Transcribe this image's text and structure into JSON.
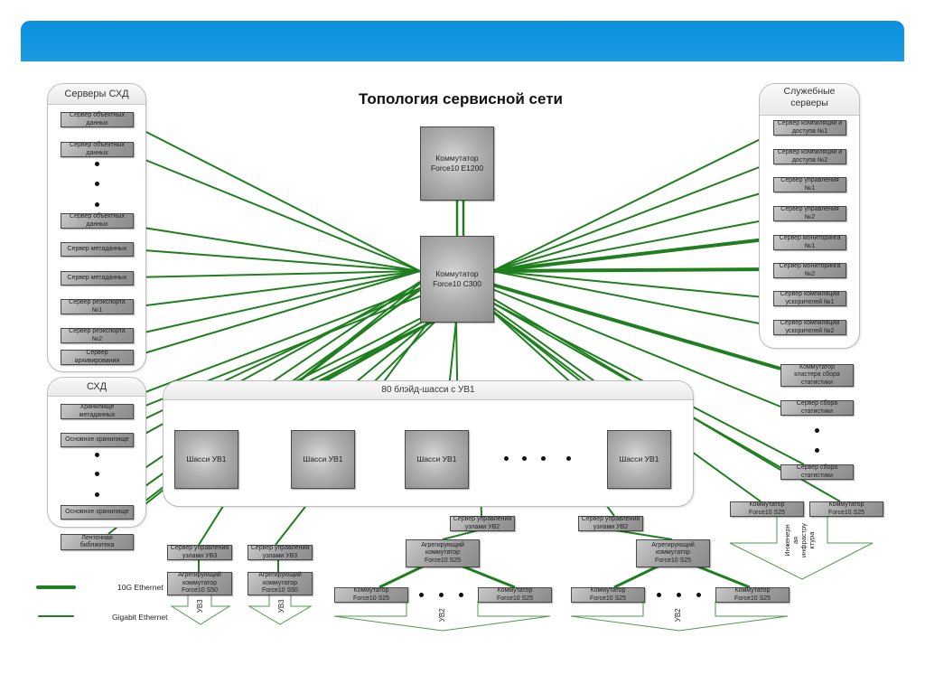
{
  "title": "Топология сервисной сети",
  "colors": {
    "banner": "#0b93dd",
    "link": "#1f7f1f",
    "node": "#a5a5a5"
  },
  "groups": {
    "storage_servers": {
      "title": "Серверы СХД",
      "items": [
        "Сервер объектных\nданных",
        "Сервер объектных\nданных",
        "Сервер объектных\nданных",
        "Сервер метаданных",
        "Сервер метаданных",
        "Сервер реэкспорта\n№1",
        "Сервер реэкспорта\n№2",
        "Сервер\nархивирования"
      ]
    },
    "storage": {
      "title": "СХД",
      "items": [
        "Хранилище\nметаданных",
        "Основное хранилище",
        "Основное хранилище"
      ]
    },
    "tape": "Ленточная\nбиблиотека",
    "service_servers": {
      "title": "Служебные\nсерверы",
      "items": [
        "Сервер компиляции и\nдоступа №1",
        "Сервер компиляции и\nдоступа №2",
        "Сервер управления\n№1",
        "Сервер управления\n№2",
        "Сервер мониторинга\n№1",
        "Сервер мониторинга\n№2",
        "Сервер компиляции\nускорителей №1",
        "Сервер компиляции\nускорителей №2"
      ]
    },
    "stats": {
      "switch": "Коммутатор\nкластера сбора\nстатистики",
      "servers": [
        "Сервер сбора\nстатистики",
        "Сервер сбора\nстатистики"
      ]
    },
    "blade": {
      "title": "80 блэйд-шасси с УВ1",
      "chassis": [
        "Шасси УВ1",
        "Шасси УВ1",
        "Шасси УВ1",
        "Шасси УВ1"
      ]
    }
  },
  "core": {
    "e1200": "Коммутатор\nForce10 E1200",
    "c300": "Коммутатор\nForce10 C300"
  },
  "uv3": [
    {
      "mgmt": "Сервер управления\nузлами УВ3",
      "agg": "Агрегирующий\nкоммутатор\nForce10 S50",
      "label": "УВ3"
    },
    {
      "mgmt": "Сервер управления\nузлами УВ3",
      "agg": "Агрегирующий\nкоммутатор\nForce10 S50",
      "label": "УВ3"
    }
  ],
  "uv2": [
    {
      "mgmt": "Сервер управления\nузлами УВ2",
      "agg": "Агрегирующий\nкоммутатор\nForce10 S25",
      "switches": [
        "Коммутатор\nForce10 S25",
        "Коммутатор\nForce10 S25"
      ],
      "label": "УВ2"
    },
    {
      "mgmt": "Сервер управления\nузлами УВ2",
      "agg": "Агрегирующий\nкоммутатор\nForce10 S25",
      "switches": [
        "Коммутатор\nForce10 S25",
        "Коммутатор\nForce10 S25"
      ],
      "label": "УВ2"
    }
  ],
  "infra": {
    "switches": [
      "Коммутатор\nForce10 S25",
      "Коммутатор\nForce10 S25"
    ],
    "label": "Инженерн\nая\nинфрастру\nктура"
  },
  "legend": [
    {
      "label": "10G Ethernet",
      "kind": "thick"
    },
    {
      "label": "Gigabit Ethernet",
      "kind": "thin"
    }
  ]
}
